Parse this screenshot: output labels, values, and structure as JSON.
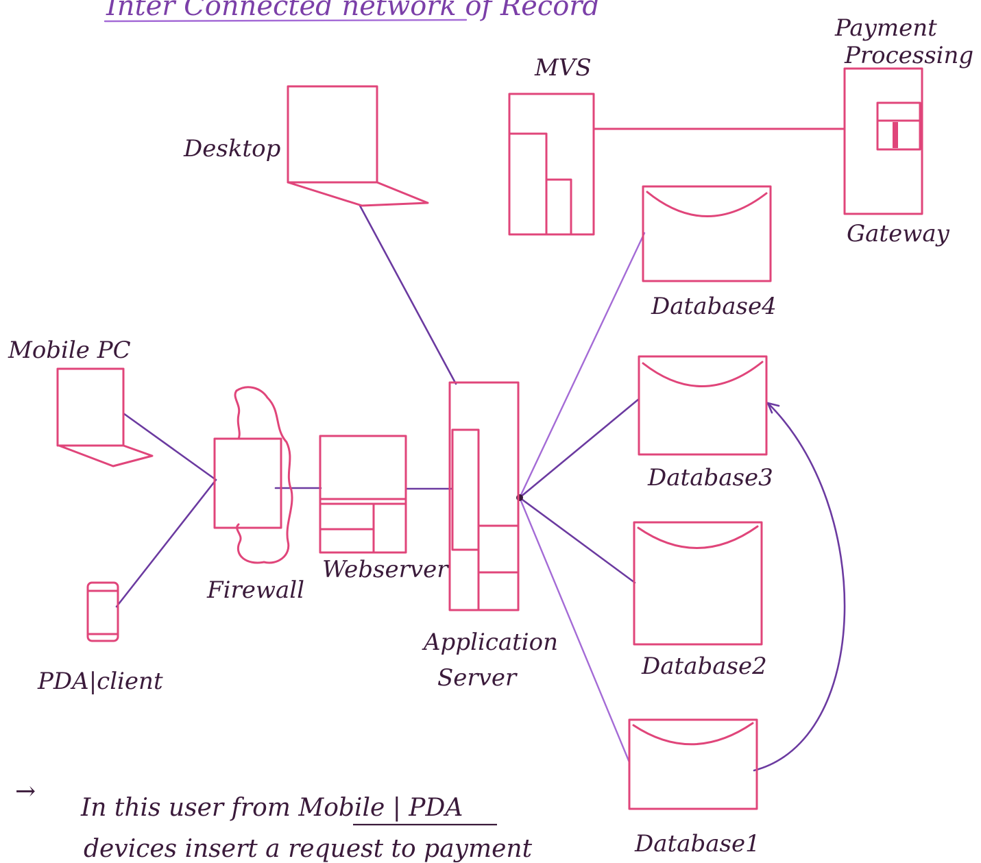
{
  "title": "Inter Connected network of Record",
  "labels": {
    "mobile_pc": "Mobile PC",
    "pda_client": "PDA|client",
    "firewall": "Firewall",
    "webserver": "Webserver",
    "app_server_line1": "Application",
    "app_server_line2": "Server",
    "desktop": "Desktop",
    "mvs": "MVS",
    "payment_line1": "Payment",
    "payment_line2": "Processing",
    "gateway": "Gateway",
    "db4": "Database4",
    "db3": "Database3",
    "db2": "Database2",
    "db1": "Database1"
  },
  "note": {
    "arrow": "→",
    "line1_prefix": "In this user from ",
    "line1_underlined": "Mobile | PDA",
    "line2": "devices insert a request to payment"
  },
  "colors": {
    "box_stroke": "#e0457a",
    "link_stroke": "#6b3aa0",
    "title_color": "#7b3fa8"
  }
}
